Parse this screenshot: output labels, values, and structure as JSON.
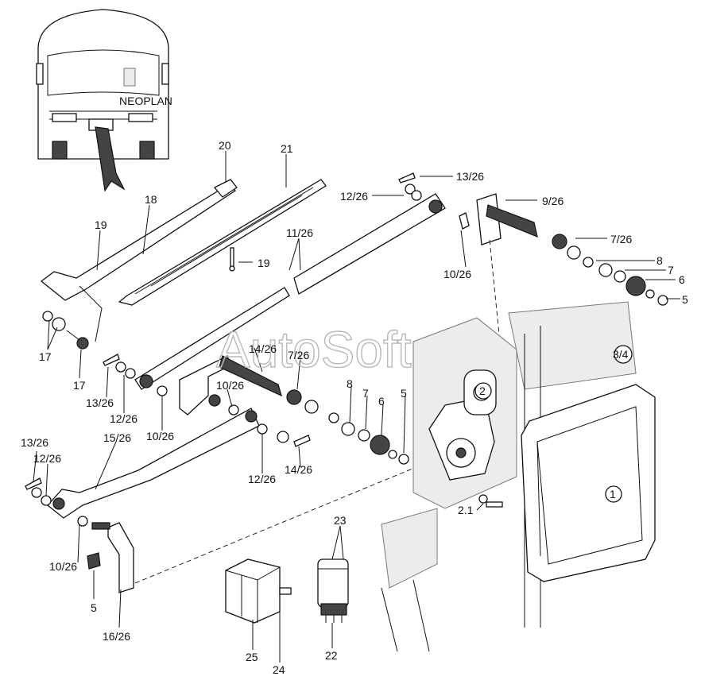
{
  "watermark": "AutoSoft",
  "labels": {
    "l20": "20",
    "l21": "21",
    "l18": "18",
    "l19a": "19",
    "l19b": "19",
    "l11_26": "11/26",
    "l13_26a": "13/26",
    "l12_26a": "12/26",
    "l9_26": "9/26",
    "l7_26a": "7/26",
    "l10_26a": "10/26",
    "l8a": "8",
    "l7a": "7",
    "l6a": "6",
    "l5a": "5",
    "l3_4": "3/4",
    "l17a": "17",
    "l17b": "17",
    "l13_26b": "13/26",
    "l12_26b": "12/26",
    "l10_26b": "10/26",
    "l14_26a": "14/26",
    "l7_26b": "7/26",
    "l10_26c": "10/26",
    "l8b": "8",
    "l7b": "7",
    "l6b": "6",
    "l5b": "5",
    "l13_26c": "13/26",
    "l12_26c": "12/26",
    "l15_26": "15/26",
    "l12_26d": "12/26",
    "l14_26b": "14/26",
    "l10_26d": "10/26",
    "l5c": "5",
    "l16_26": "16/26",
    "l2_1": "2.1",
    "l23": "23",
    "l22": "22",
    "l25": "25",
    "l24": "24",
    "circ1": "1",
    "circ2": "2",
    "bus_badge": "NEOPLAN"
  },
  "colors": {
    "line": "#111111",
    "watermark": "#b9b9b9",
    "background": "#ffffff"
  }
}
